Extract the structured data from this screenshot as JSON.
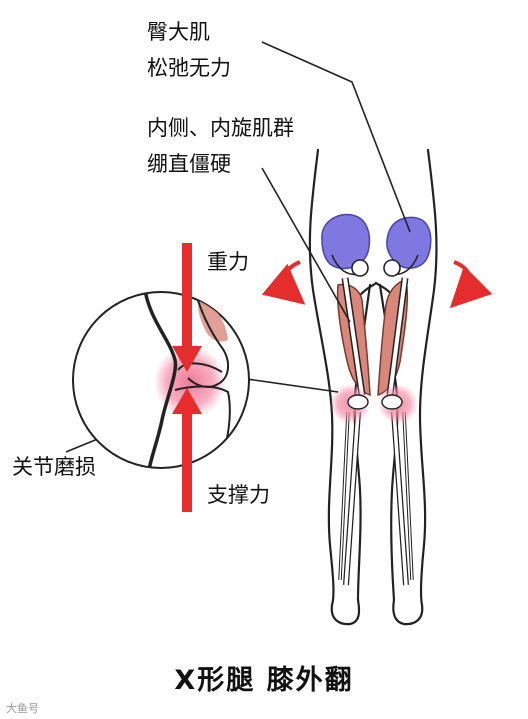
{
  "labels": {
    "gluteus_line1": "臀大肌",
    "gluteus_line2": "松弛无力",
    "adductor_line1": "内侧、内旋肌群",
    "adductor_line2": "绷直僵硬",
    "gravity": "重力",
    "support": "支撑力",
    "joint_wear": "关节磨损"
  },
  "title": "X形腿 膝外翻",
  "watermark": "大鱼号",
  "colors": {
    "gluteus": "#7f78e0",
    "adductor": "#d9877a",
    "knee_glow": "#f48aa6",
    "arrow": "#e52d2d",
    "outline": "#222222"
  }
}
